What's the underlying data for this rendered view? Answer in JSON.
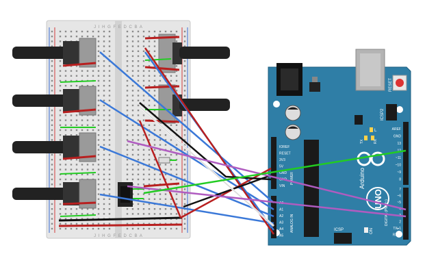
{
  "colors": {
    "board": "#2f7ea6",
    "board_dark": "#1f5f80",
    "breadboard": "#e6e6e6",
    "breadboard_center": "#cfcfcf",
    "hole": "#7a7a7a",
    "rail_red": "#d23a3a",
    "rail_blue": "#3b6fd6",
    "wire_red": "#b81f1f",
    "wire_blue": "#3a78d8",
    "wire_black": "#111111",
    "wire_white": "#f4f4f4",
    "wire_green": "#22cc22",
    "wire_purple": "#b05cc0",
    "knob": "#222222",
    "header": "#1a1a1a",
    "reset_button": "#d33"
  },
  "breadboard": {
    "top_letters": "J I H G F E D C B A",
    "bottom_letters": "J I H G F E D C B A"
  },
  "arduino": {
    "brand": "Arduino",
    "model": "UNO",
    "reset_label": "RESET",
    "icsp2_label": "ICSP2",
    "icsp_label": "ICSP",
    "led_l": "L",
    "led_tx": "TX",
    "led_rx": "RX",
    "on_label": "ON",
    "power_header_title": "POWER",
    "analog_header_title": "ANALOG IN",
    "digital_header_title": "DIGITAL (PWM~)",
    "power_pins": [
      "IOREF",
      "RESET",
      "3V3",
      "5V",
      "GND",
      "GND",
      "VIN"
    ],
    "analog_pins": [
      "A0",
      "A1",
      "A2",
      "A3",
      "A4",
      "A5"
    ],
    "digital_top_pins": [
      "AREF",
      "GND",
      "13",
      "12",
      "~11",
      "~10",
      "~9",
      "8"
    ],
    "digital_bottom_pins": [
      "7",
      "~6",
      "~5",
      "4",
      "~3",
      "2",
      "TX▸1",
      "RX◂0"
    ]
  }
}
